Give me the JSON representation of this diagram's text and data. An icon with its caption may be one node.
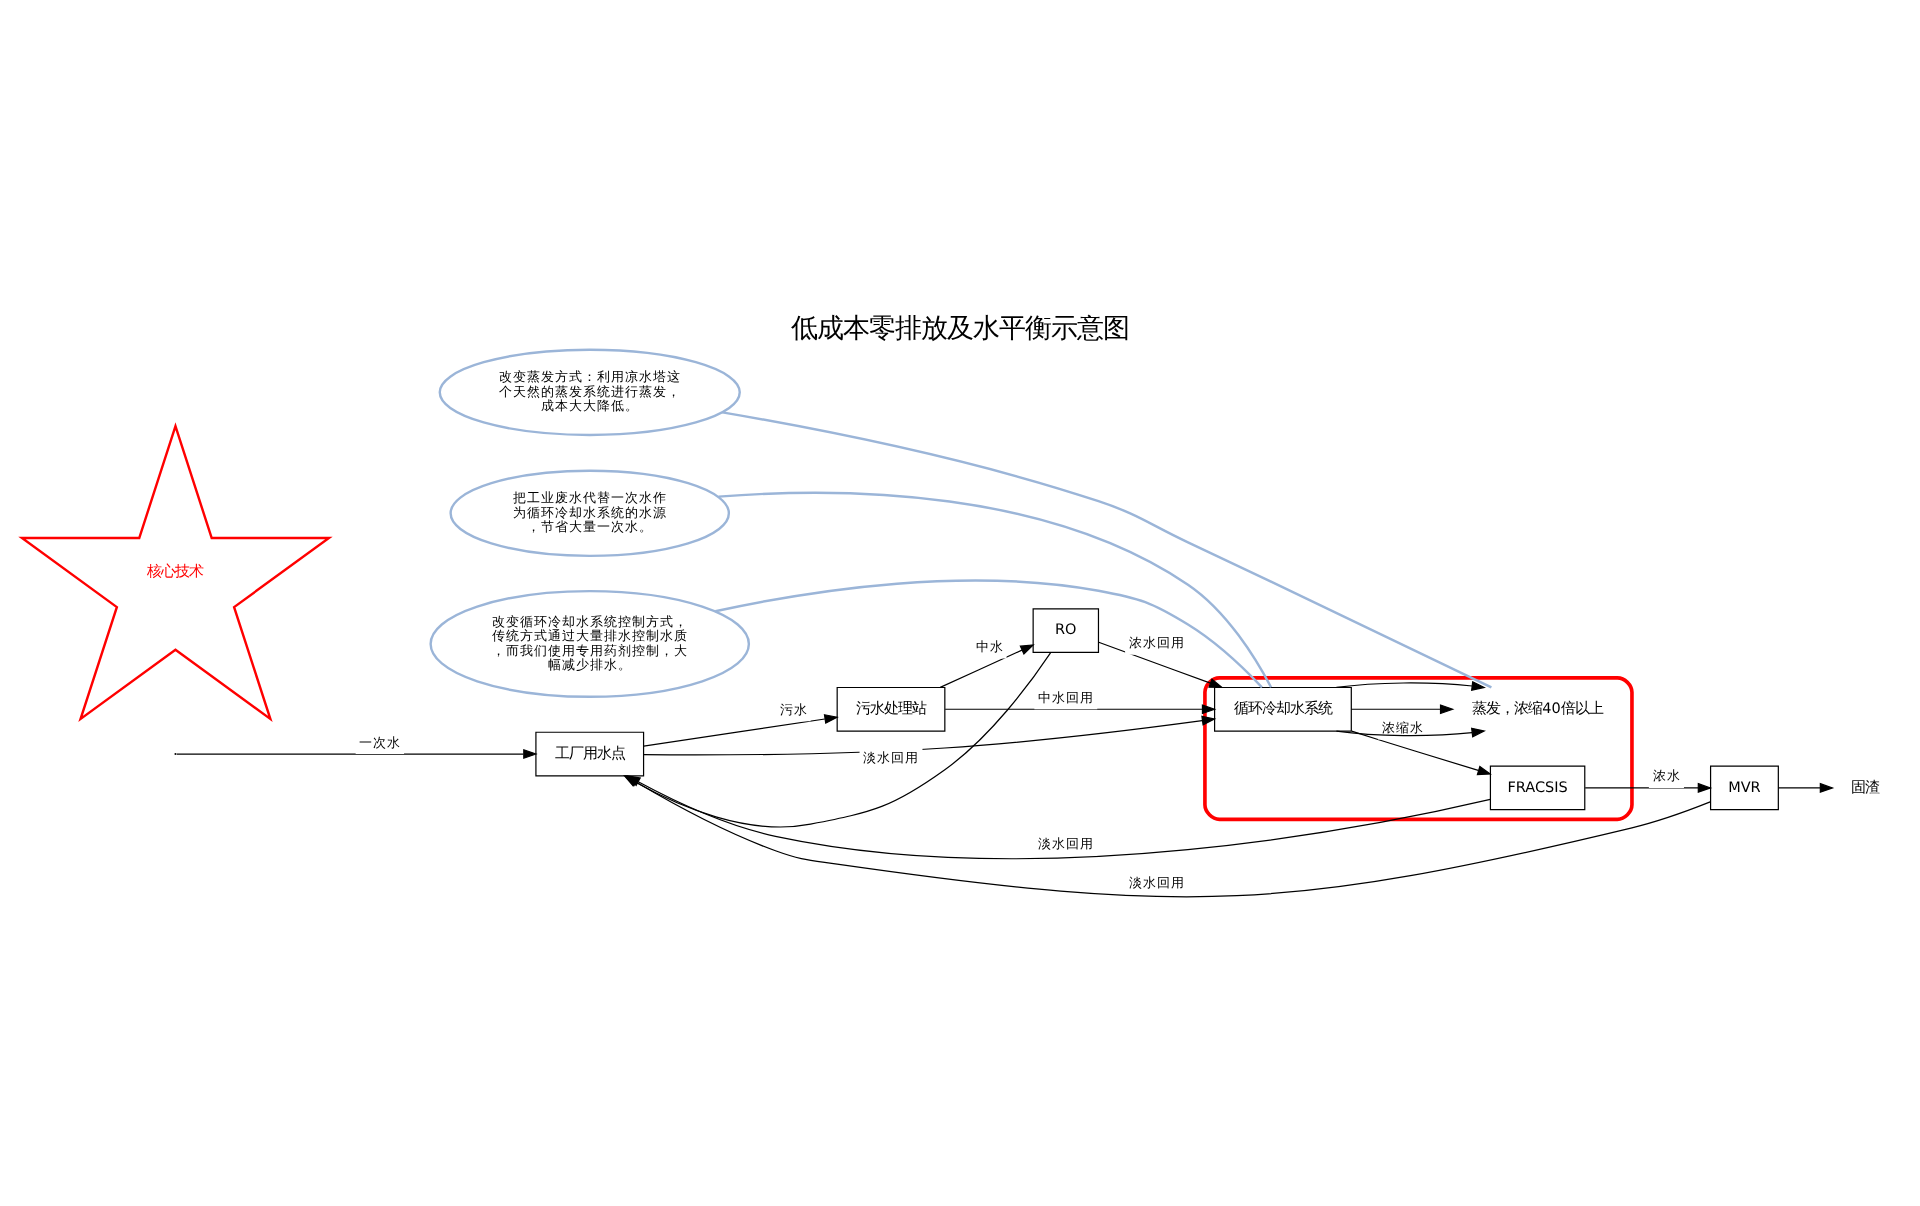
{
  "diagram": {
    "title": "低成本零排放及水平衡示意图",
    "nodes": [
      {
        "text": [
          "改变蒸发方式：利用凉水塔这个天然的蒸发系统进行蒸发，成本大大降低。"
        ]
      },
      {
        "text": [
          "把工业废水代替一次水作为循环冷却水系统的水源，节省大量一次水。"
        ]
      },
      {
        "text": [
          "改变循环冷却水系统控制方式，传统方式通过大量排水控制水质，而我们使用专用药剂控制，大幅减少排水。"
        ]
      },
      {
        "text": [
          "工厂用水点"
        ]
      },
      {
        "text": [
          "污水处理站"
        ]
      },
      {
        "text": [
          "RO"
        ]
      },
      {
        "text": [],
        "shape": "ellipse"
      },
      {
        "text": [
          "循环冷却水系统"
        ],
        "in": 6
      },
      {
        "text": [
          "FRACSIS"
        ],
        "in": 6
      },
      {
        "text": [
          "MVR"
        ]
      },
      {
        "text": [
          "核心技术"
        ]
      },
      {
        "text": [
          "蒸发，浓缩40倍以上"
        ],
        "in": 6
      },
      {
        "text": [
          "固渣"
        ]
      }
    ],
    "edges": [
      {
        "from": null,
        "to": 3,
        "arrow": "to",
        "label": "一次水"
      },
      {
        "from": 3,
        "to": 4,
        "arrow": "to",
        "label": "污水"
      },
      {
        "from": 3,
        "to": 7,
        "arrow": "to"
      },
      {
        "from": 4,
        "to": 5,
        "arrow": "to",
        "label": "中水"
      },
      {
        "from": 4,
        "to": 7,
        "arrow": "to",
        "label": "中水回用"
      },
      {
        "from": 5,
        "to": 3,
        "arrow": "to",
        "label": "淡水回用"
      },
      {
        "from": 5,
        "to": 7,
        "arrow": "to",
        "label": "浓水回用"
      },
      {
        "from": 7,
        "to": 11,
        "arrow": "to"
      },
      {
        "from": 7,
        "to": 11,
        "arrow": "to"
      },
      {
        "from": 7,
        "to": 11,
        "arrow": "to"
      },
      {
        "from": 7,
        "to": 8,
        "arrow": "to",
        "label": "浓缩水"
      },
      {
        "from": 8,
        "to": 9,
        "arrow": "to",
        "label": "浓水"
      },
      {
        "from": 9,
        "to": 12,
        "arrow": "to"
      },
      {
        "from": 8,
        "to": 3,
        "arrow": "to",
        "label": "淡水回用"
      },
      {
        "from": 9,
        "to": 3,
        "arrow": "to",
        "label": "淡水回用"
      },
      {
        "from": 0,
        "to": 11,
        "arrow": "none",
        "color": "#9bb5d8"
      },
      {
        "from": 1,
        "to": 7,
        "arrow": "none",
        "color": "#9bb5d8"
      },
      {
        "from": 2,
        "to": 7,
        "arrow": "none",
        "color": "#9bb5d8"
      }
    ]
  }
}
